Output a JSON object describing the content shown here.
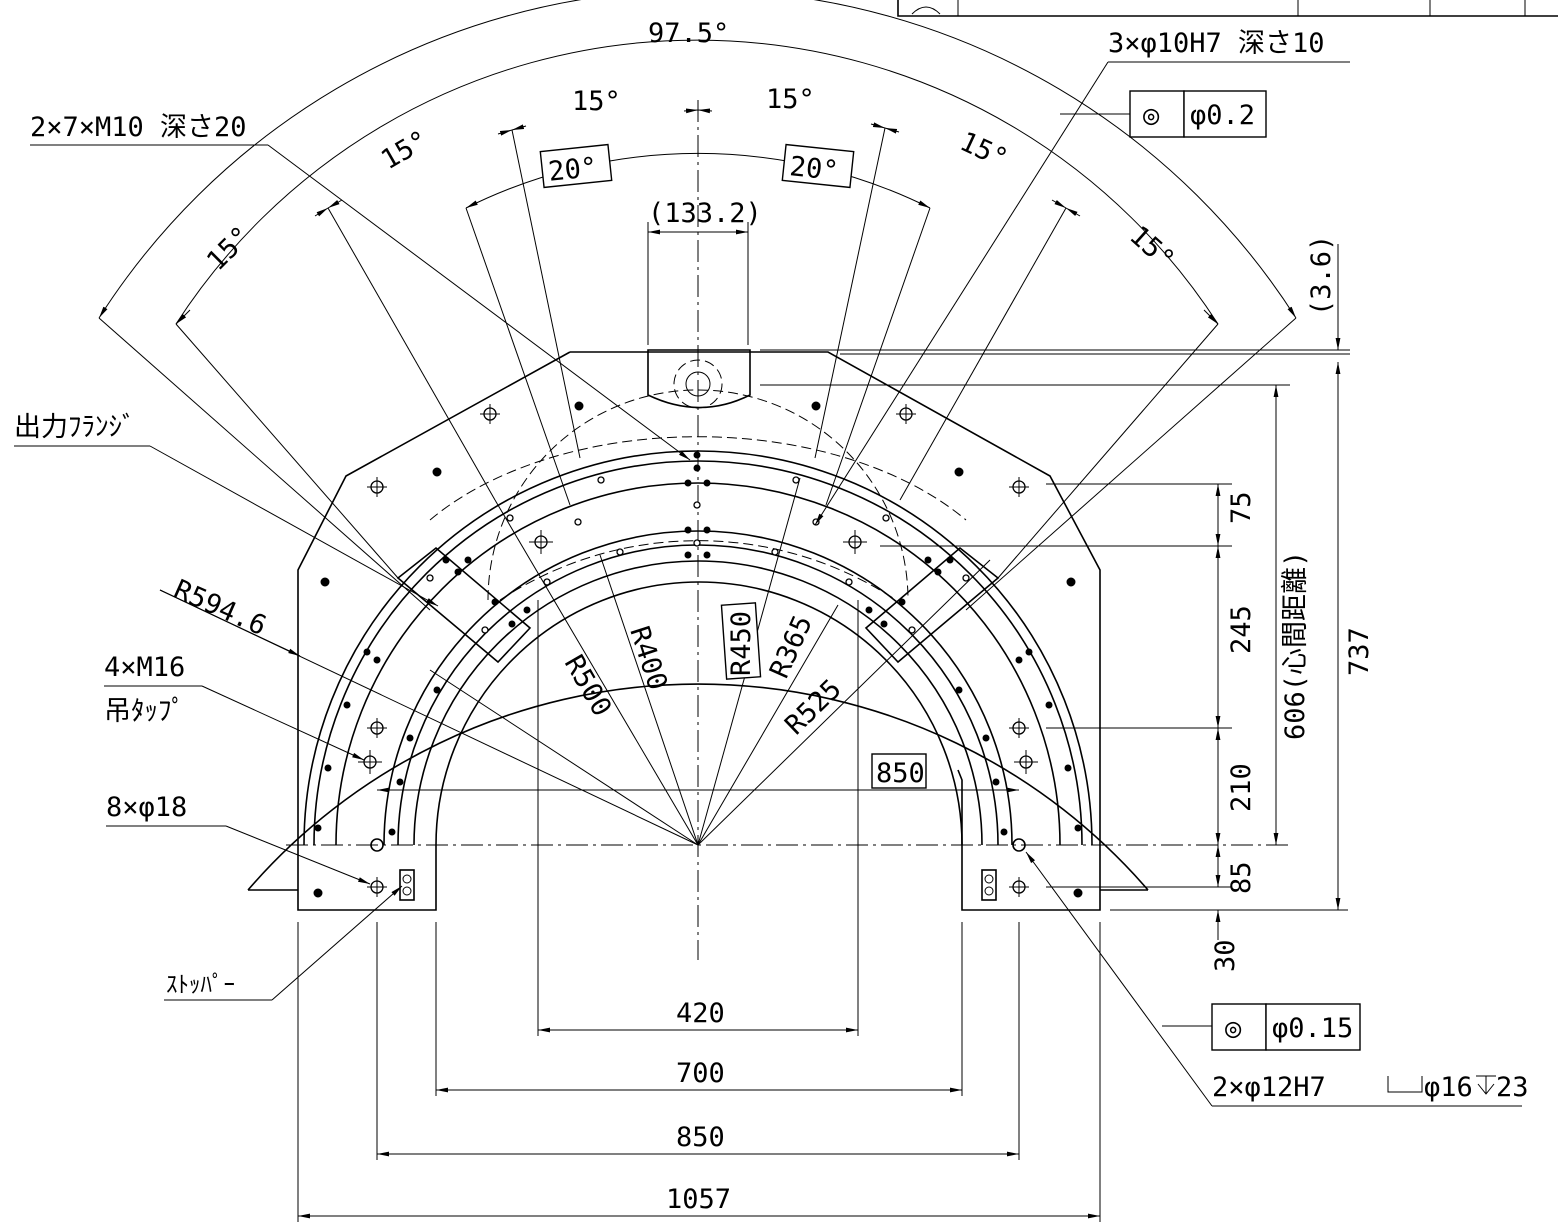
{
  "angles": {
    "total": "97.5°",
    "a1": "15°",
    "a2": "15°",
    "a3": "15°",
    "a4": "15°",
    "a5": "15°",
    "a6": "15°",
    "box_left": "20°",
    "box_right": "20°"
  },
  "dims": {
    "ref_width": "(133.2)",
    "ref_right": "(3.6)",
    "r594": "R594.6",
    "r500": "R500",
    "r400": "R400",
    "r450": "R450",
    "r365": "R365",
    "r525": "R525",
    "w850_box": "850",
    "d75": "75",
    "d245": "245",
    "d210": "210",
    "d85": "85",
    "d30": "30",
    "d606": "606(心間距離)",
    "d737": "737",
    "w420": "420",
    "w700": "700",
    "w850": "850",
    "w1057": "1057"
  },
  "callouts": {
    "taps_2x7": "2×7×M10 深さ20",
    "pins_3x": "3×φ10H7 深さ10",
    "flange": "出力ﾌﾗﾝｼﾞ",
    "lift_line1": "4×M16",
    "lift_line2": "吊ﾀｯﾌﾟ",
    "holes_8x": "8×φ18",
    "stopper": "ｽﾄｯﾊﾟｰ",
    "pins_2x": "2×φ12H7",
    "pins_2x_cbore": "φ16",
    "pins_2x_depth": "23"
  },
  "tolerance": {
    "top_symbol": "◎",
    "top_value": "φ0.2",
    "bottom_symbol": "◎",
    "bottom_value": "φ0.15"
  }
}
